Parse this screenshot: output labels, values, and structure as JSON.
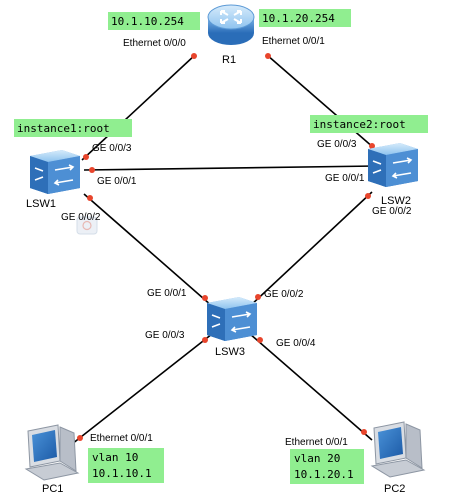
{
  "devices": {
    "r1": "R1",
    "lsw1": "LSW1",
    "lsw2": "LSW2",
    "lsw3": "LSW3",
    "pc1": "PC1",
    "pc2": "PC2"
  },
  "tags": {
    "r1_left_ip": "10.1.10.254",
    "r1_right_ip": "10.1.20.254",
    "lsw1_instance": "instance1:root",
    "lsw2_instance": "instance2:root",
    "pc1_vlan": "vlan 10",
    "pc1_ip": "10.1.10.1",
    "pc2_vlan": "vlan 20",
    "pc2_ip": "10.1.20.1"
  },
  "ports": {
    "r1_left": "Ethernet 0/0/0",
    "r1_right": "Ethernet 0/0/1",
    "lsw1_up": "GE 0/0/3",
    "lsw1_across": "GE 0/0/1",
    "lsw1_down": "GE 0/0/2",
    "lsw2_up": "GE 0/0/3",
    "lsw2_across": "GE 0/0/1",
    "lsw2_down": "GE 0/0/2",
    "lsw3_left": "GE 0/0/1",
    "lsw3_right": "GE 0/0/2",
    "lsw3_pc1": "GE 0/0/3",
    "lsw3_pc2": "GE 0/0/4",
    "pc1_port": "Ethernet 0/0/1",
    "pc2_port": "Ethernet 0/0/1"
  },
  "colors": {
    "tag_fill": "#90ee90",
    "link": "#000000",
    "port_dot": "#e8452c",
    "device_blue": "#3a7fc9"
  },
  "icons": {
    "router": "router-icon",
    "switch": "switch-icon",
    "pc": "pc-icon"
  }
}
